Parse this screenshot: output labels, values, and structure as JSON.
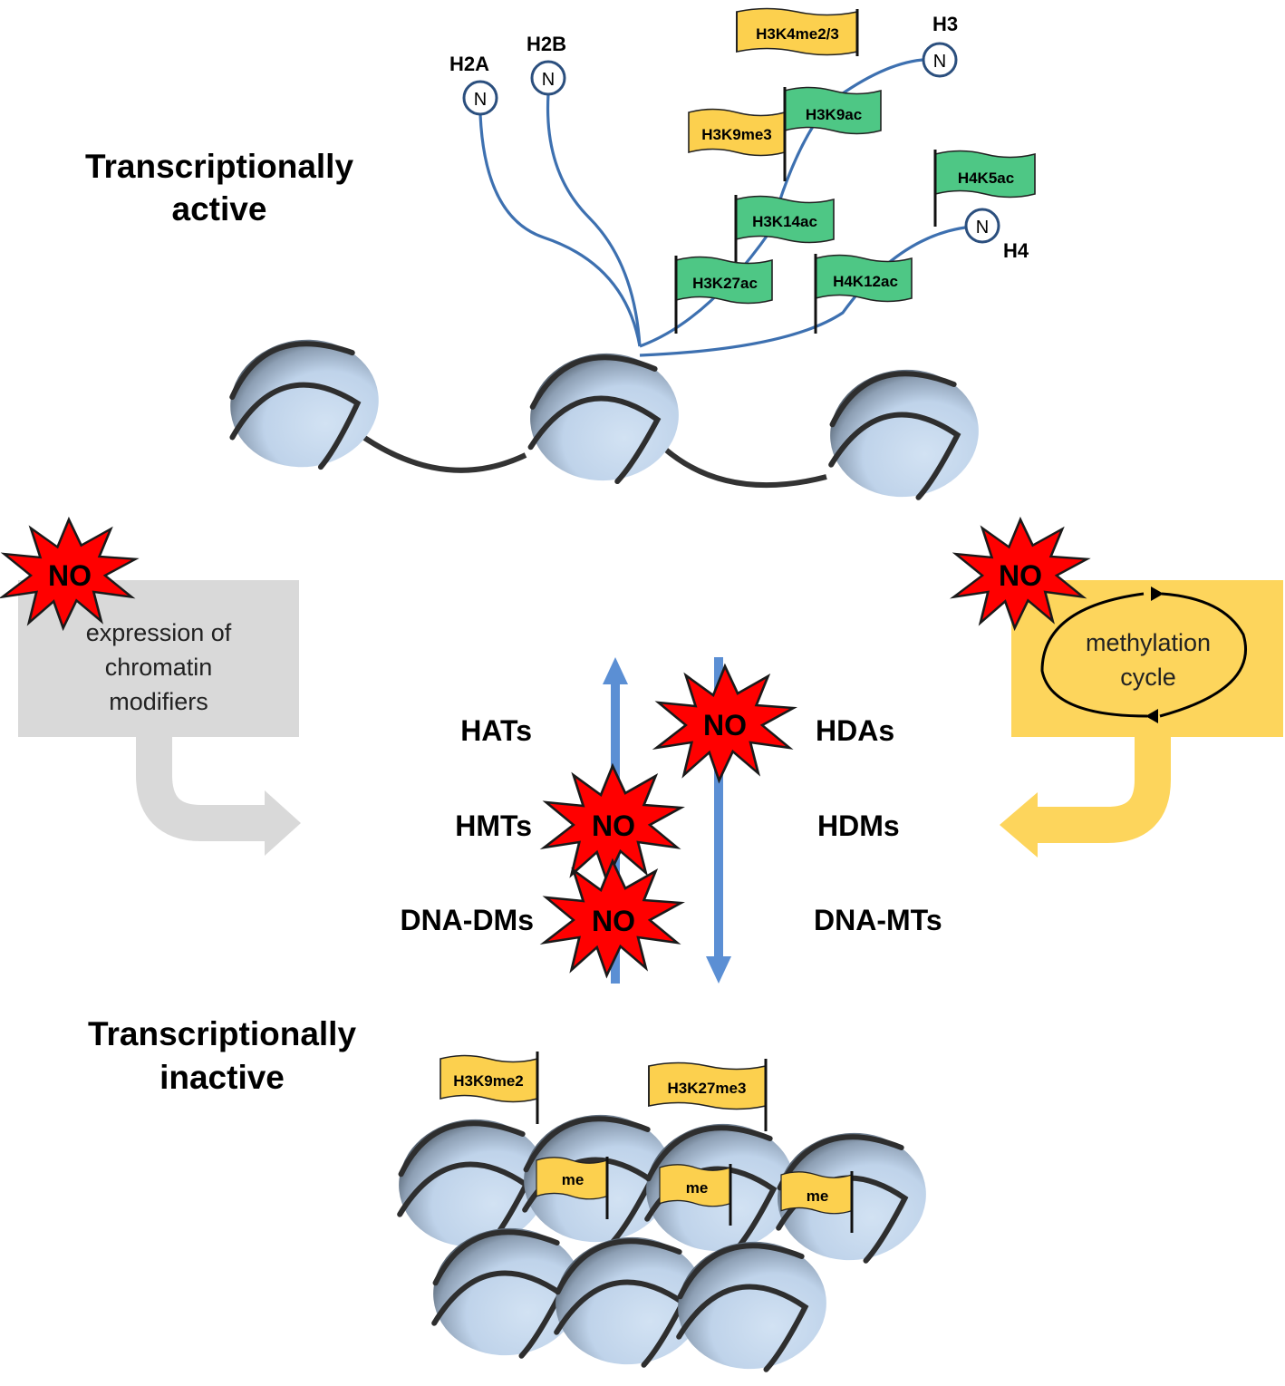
{
  "state_labels": {
    "active_line1": "Transcriptionally",
    "active_line2": "active",
    "inactive_line1": "Transcriptionally",
    "inactive_line2": "inactive"
  },
  "histones": {
    "h2a": "H2A",
    "h2b": "H2B",
    "h3": "H3",
    "h4": "H4",
    "n_terminus": "N"
  },
  "active_marks": {
    "yellow": [
      "H3K4me2/3",
      "H3K9me3"
    ],
    "green": [
      "H3K9ac",
      "H4K5ac",
      "H3K14ac",
      "H3K27ac",
      "H4K12ac"
    ]
  },
  "inactive_marks": {
    "flags": [
      "H3K9me2",
      "H3K27me3"
    ],
    "me_flags": [
      "me",
      "me",
      "me"
    ]
  },
  "enzymes": {
    "left": [
      "HATs",
      "HMTs",
      "DNA-DMs"
    ],
    "right": [
      "HDAs",
      "HDMs",
      "DNA-MTs"
    ]
  },
  "left_box": {
    "line1": "expression of",
    "line2": "chromatin",
    "line3": "modifiers"
  },
  "right_box": {
    "line1": "methylation",
    "line2": "cycle"
  },
  "no_badge": "NO",
  "colors": {
    "tail_blue": "#3d70b0",
    "arrow_blue": "#5b8fd4",
    "flag_green": "#4ec785",
    "flag_yellow": "#fcd04e",
    "nucleosome": "#c7d9ee",
    "no_red": "#ff0000",
    "gray_box": "#d9d9d9",
    "yellow_box": "#fdd55c"
  }
}
